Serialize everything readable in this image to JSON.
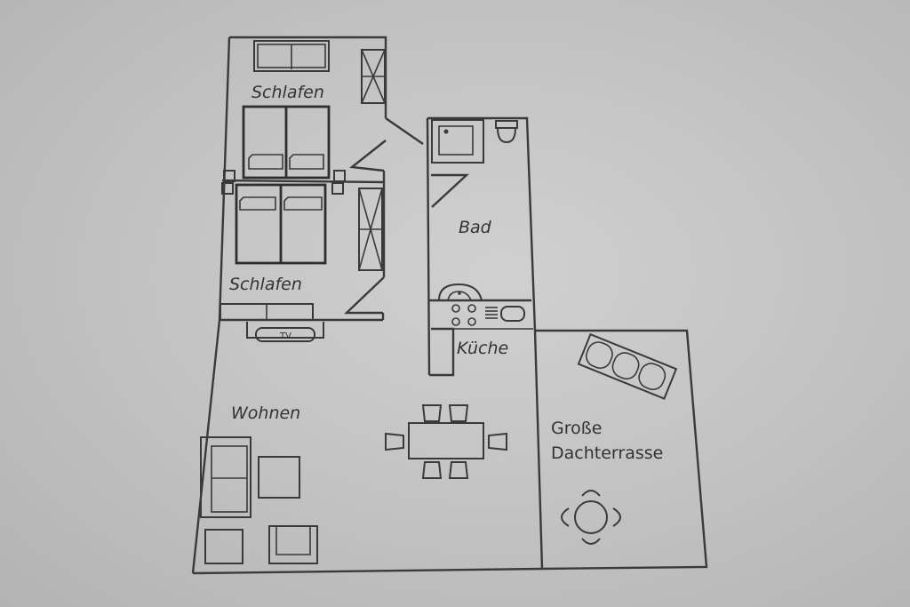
{
  "plan": {
    "rooms": {
      "schlafen_top": "Schlafen",
      "schlafen_bottom": "Schlafen",
      "bad": "Bad",
      "kueche": "Küche",
      "wohnen": "Wohnen",
      "terrasse_line1": "Große",
      "terrasse_line2": "Dachterrasse"
    },
    "tv_label": "TV"
  },
  "colors": {
    "paper": "#c8c8c8",
    "ink": "#3a3a3a"
  }
}
